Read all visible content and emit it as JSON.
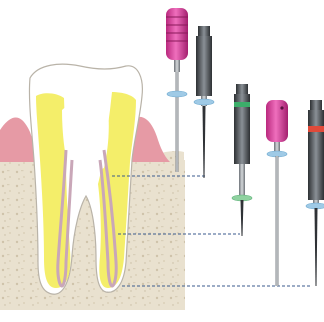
{
  "illustration": {
    "subject": "root-canal-files",
    "instruments": [
      {
        "name": "file-hand-1",
        "handle": "pink-cylindrical",
        "stopper": "blue"
      },
      {
        "name": "file-rotary-1",
        "handle": "dark-latch",
        "stopper": "blue"
      },
      {
        "name": "file-rotary-2",
        "handle": "dark-latch",
        "band": "green",
        "stopper": "green"
      },
      {
        "name": "file-hand-2",
        "handle": "pink-cylindrical",
        "stopper": "blue"
      },
      {
        "name": "file-rotary-3",
        "handle": "dark-latch",
        "band": "red",
        "stopper": "blue"
      }
    ],
    "colors": {
      "bone": "#e8dfcc",
      "gum": "#e69aa5",
      "enamel": "#ffffff",
      "dentin": "#f5f079",
      "canal_outline": "#c9a7b8",
      "file_pink": "#d9409b",
      "file_dark": "#4a4e52",
      "stopper_blue": "#9fcae6",
      "stopper_green": "#8fd2a0",
      "guide_line": "#3a5a8c"
    }
  }
}
